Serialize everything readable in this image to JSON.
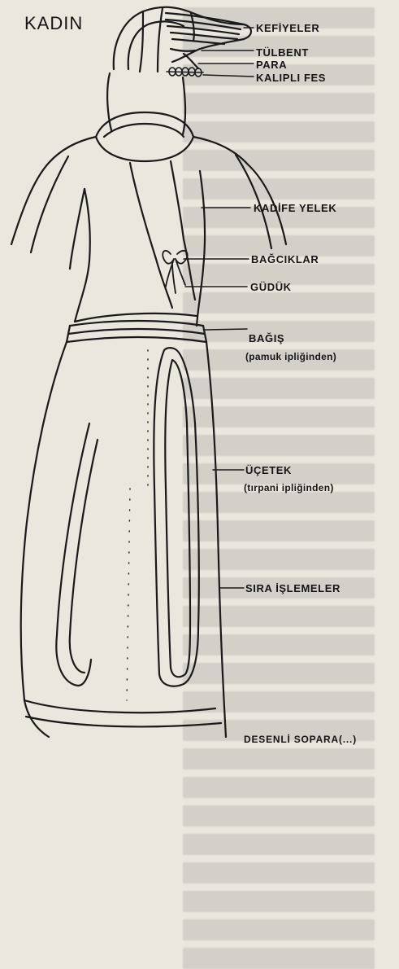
{
  "title": "KADIN",
  "labels": {
    "kefiyeler": "KEFİYELER",
    "tulbent": "TÜLBENT",
    "para": "PARA",
    "kalipli_fes": "KALIPLI FES",
    "kadife_yelek": "KADİFE YELEK",
    "bagciklar": "BAĞCIKLAR",
    "guduk": "GÜDÜK",
    "bagis": "BAĞIŞ",
    "bagis_note": "(pamuk ipliğinden)",
    "ucetek": "ÜÇETEK",
    "ucetek_note": "(tırpani ipliğinden)",
    "sira_islemeler": "SIRA İŞLEMELER"
  },
  "footer": "DESENLİ SOPARA(...)"
}
